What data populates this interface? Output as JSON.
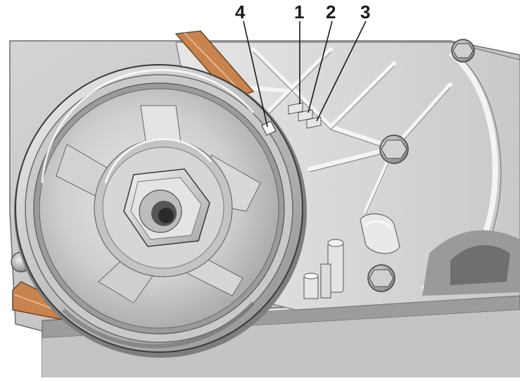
{
  "labels": [
    {
      "id": "1",
      "text": "1"
    },
    {
      "id": "2",
      "text": "2"
    },
    {
      "id": "3",
      "text": "3"
    },
    {
      "id": "4",
      "text": "4"
    }
  ],
  "colors": {
    "background": "#ffffff",
    "block_light": "#dadada",
    "block_mid": "#bdbdbd",
    "block_dark": "#8c8c8c",
    "belt": "#c9834f",
    "outline": "#3a3a3a",
    "label": "#1a1a1a"
  }
}
